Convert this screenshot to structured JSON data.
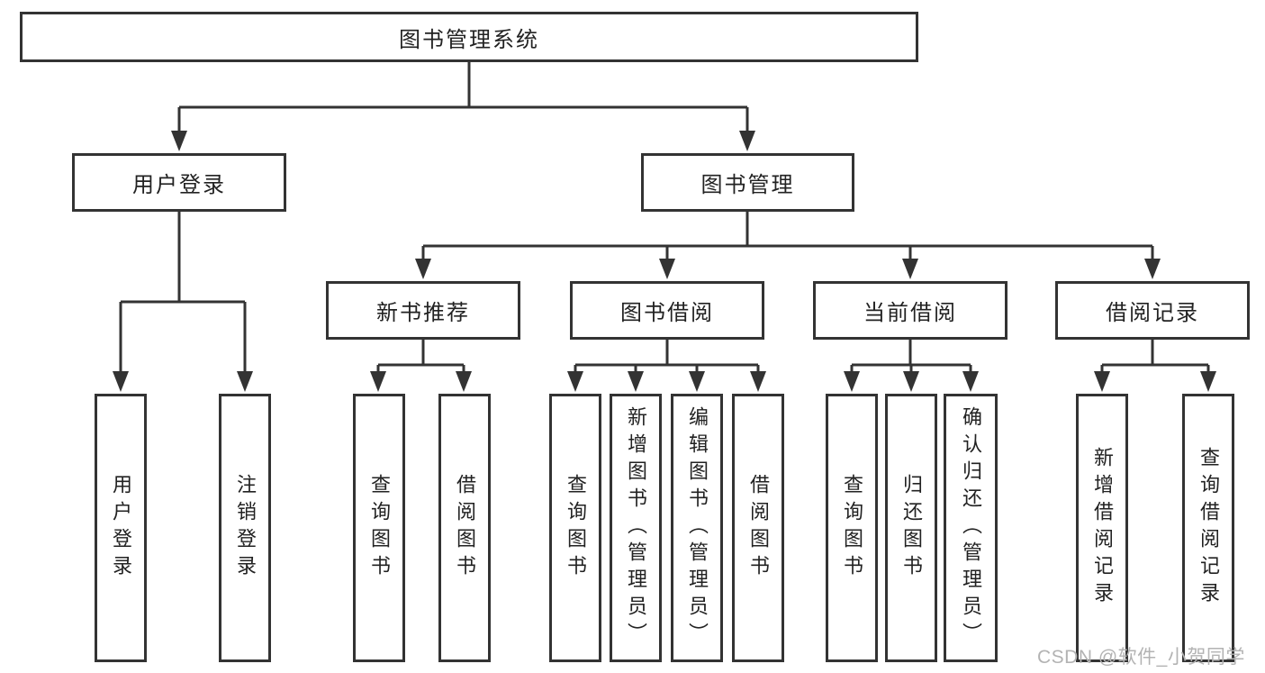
{
  "tree": {
    "root": {
      "label": "图书管理系统"
    },
    "branches": [
      {
        "label": "用户登录",
        "children": [
          {
            "label": "用户登录"
          },
          {
            "label": "注销登录"
          }
        ]
      },
      {
        "label": "图书管理",
        "children": [
          {
            "label": "新书推荐",
            "children": [
              {
                "label": "查询图书"
              },
              {
                "label": "借阅图书"
              }
            ]
          },
          {
            "label": "图书借阅",
            "children": [
              {
                "label": "查询图书"
              },
              {
                "label": "新增图书（管理员）"
              },
              {
                "label": "编辑图书（管理员）"
              },
              {
                "label": "借阅图书"
              }
            ]
          },
          {
            "label": "当前借阅",
            "children": [
              {
                "label": "查询图书"
              },
              {
                "label": "归还图书"
              },
              {
                "label": "确认归还（管理员）"
              }
            ]
          },
          {
            "label": "借阅记录",
            "children": [
              {
                "label": "新增借阅记录"
              },
              {
                "label": "查询借阅记录"
              }
            ]
          }
        ]
      }
    ]
  },
  "watermark": {
    "text": "CSDN @软件_小贺同学"
  },
  "colors": {
    "line": "#333333",
    "text": "#222222",
    "background": "#ffffff",
    "watermark": "#b3b3b3"
  }
}
